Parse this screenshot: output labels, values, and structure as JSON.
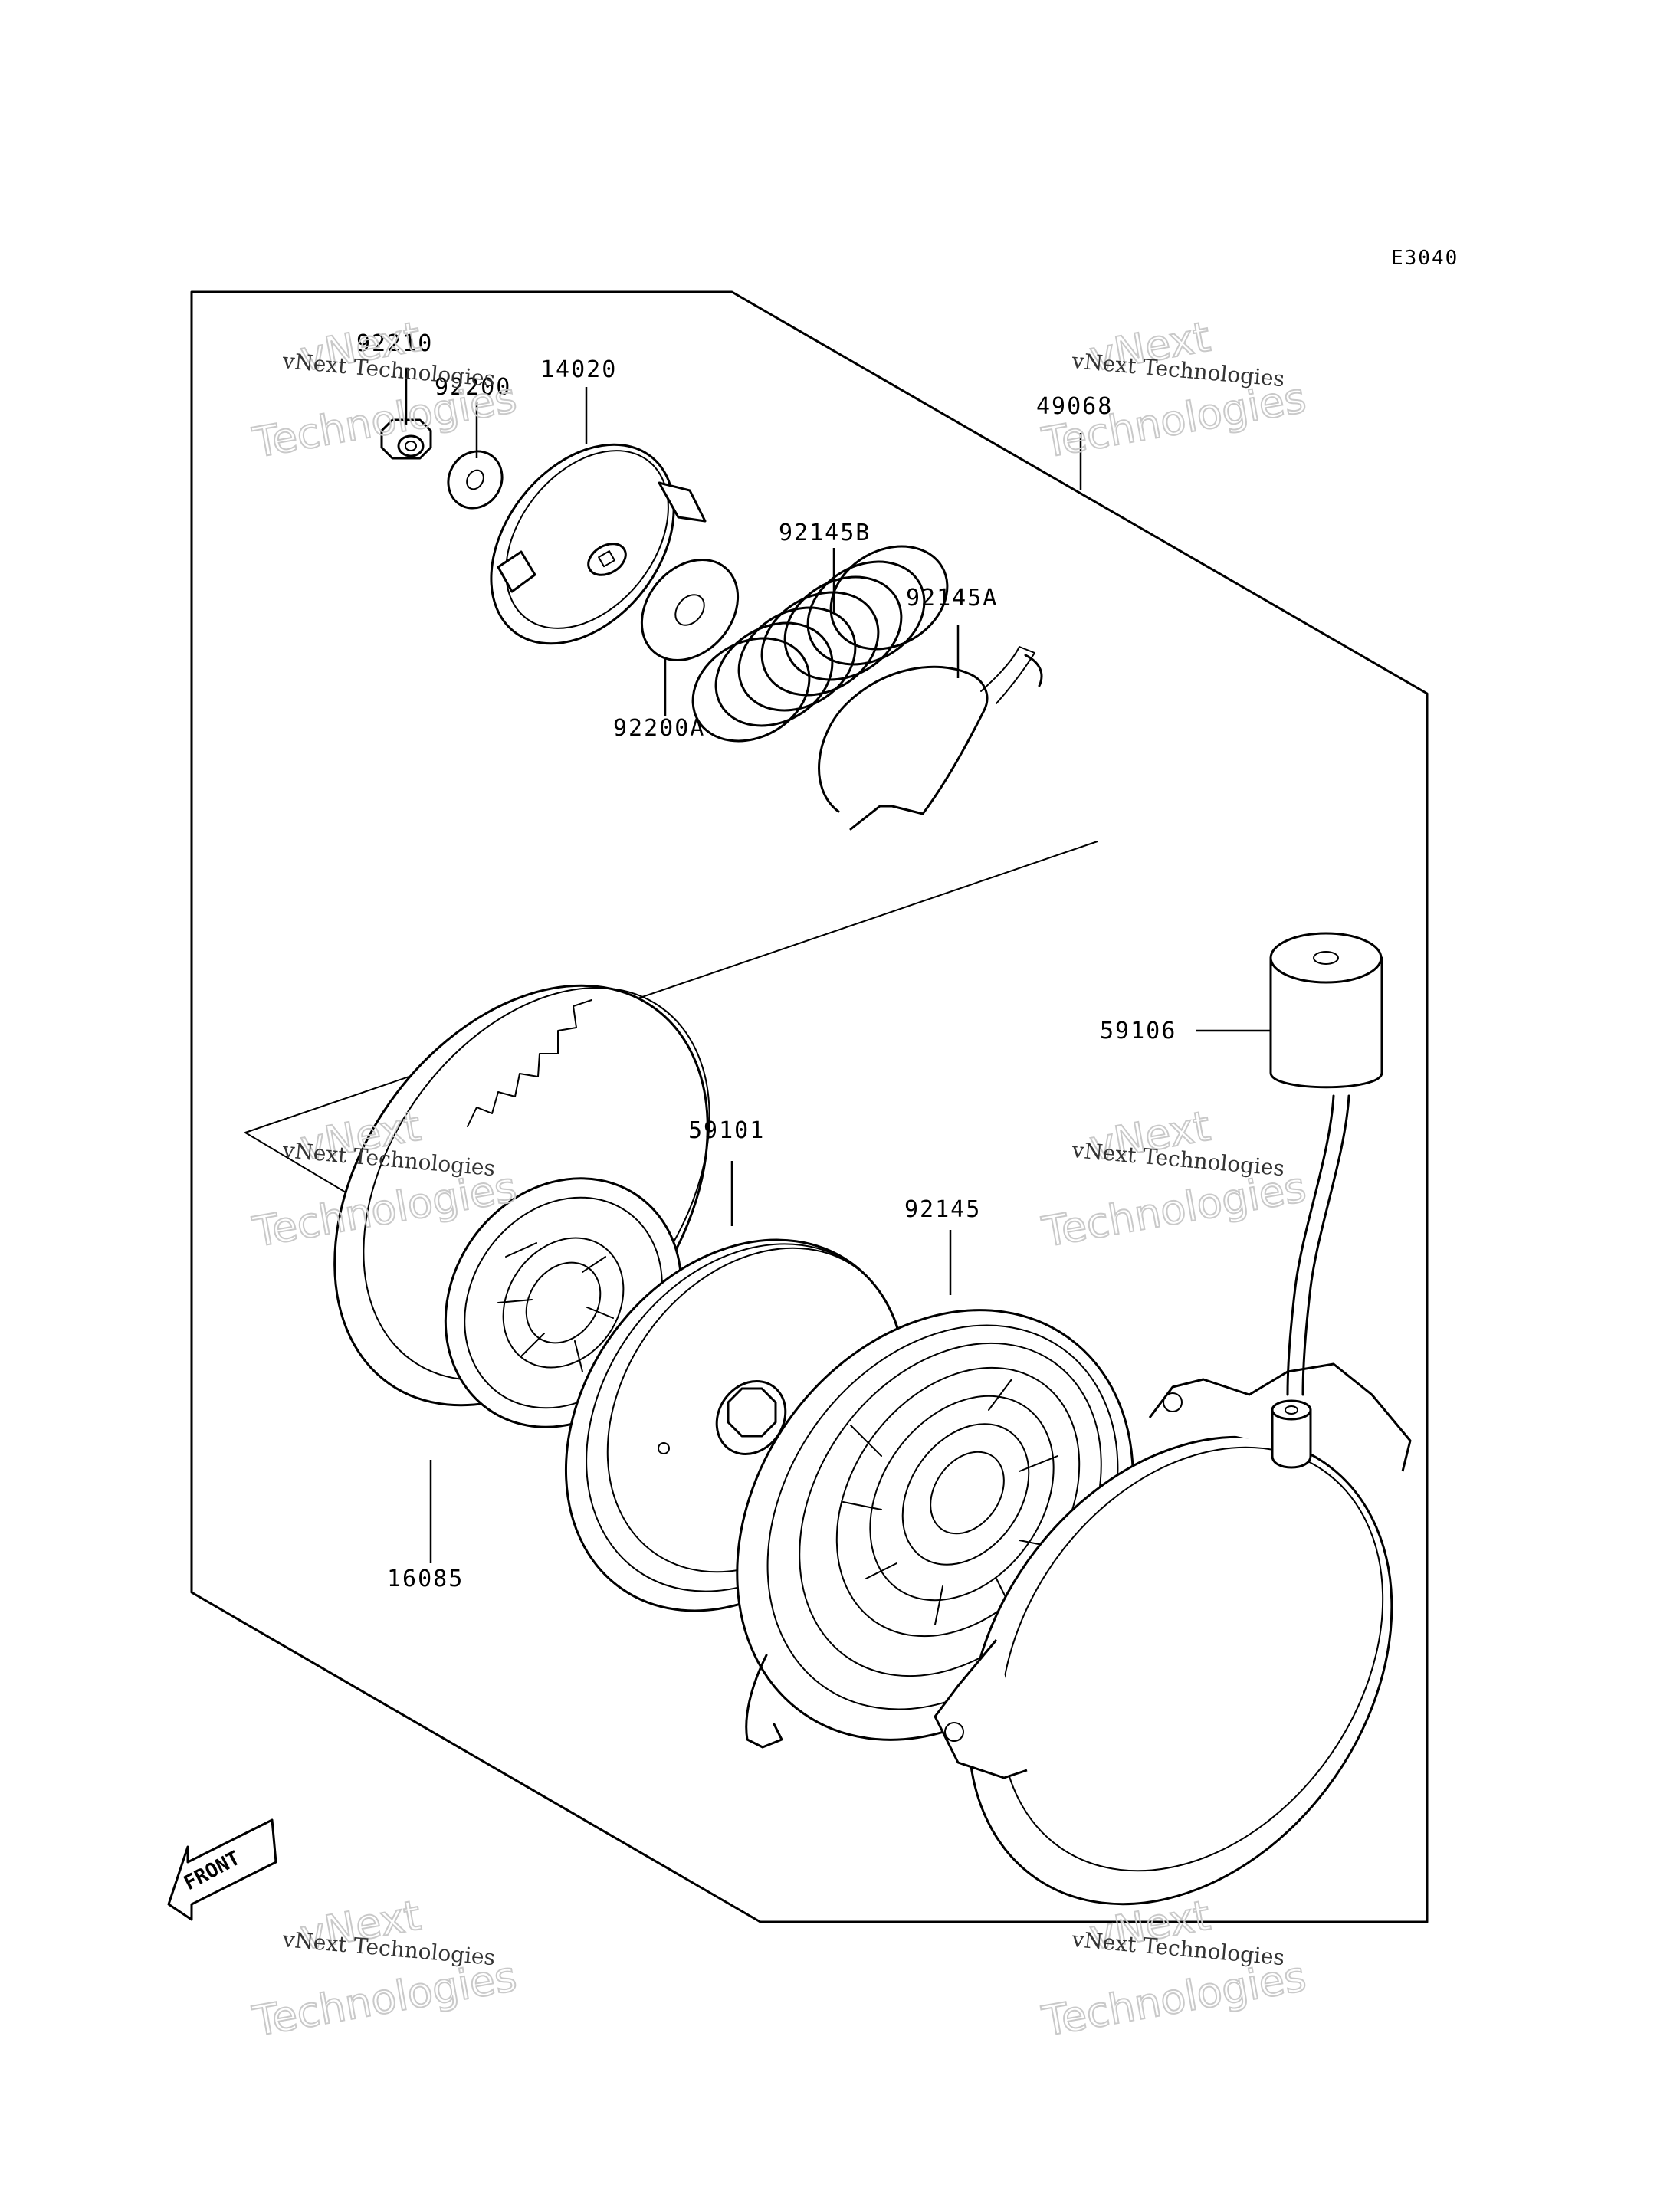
{
  "diagram_code": "E3040",
  "parts": [
    {
      "id": "92210",
      "label": "92210"
    },
    {
      "id": "92200",
      "label": "92200"
    },
    {
      "id": "14020",
      "label": "14020"
    },
    {
      "id": "49068",
      "label": "49068"
    },
    {
      "id": "92145B",
      "label": "92145B"
    },
    {
      "id": "92145A",
      "label": "92145A"
    },
    {
      "id": "92200A",
      "label": "92200A"
    },
    {
      "id": "59106",
      "label": "59106"
    },
    {
      "id": "59101",
      "label": "59101"
    },
    {
      "id": "92145",
      "label": "92145"
    },
    {
      "id": "16085",
      "label": "16085"
    }
  ],
  "front_label": "FRONT",
  "watermark": {
    "line1": "vNext Technologies",
    "line2": "vNext",
    "line3": "Technologies"
  }
}
